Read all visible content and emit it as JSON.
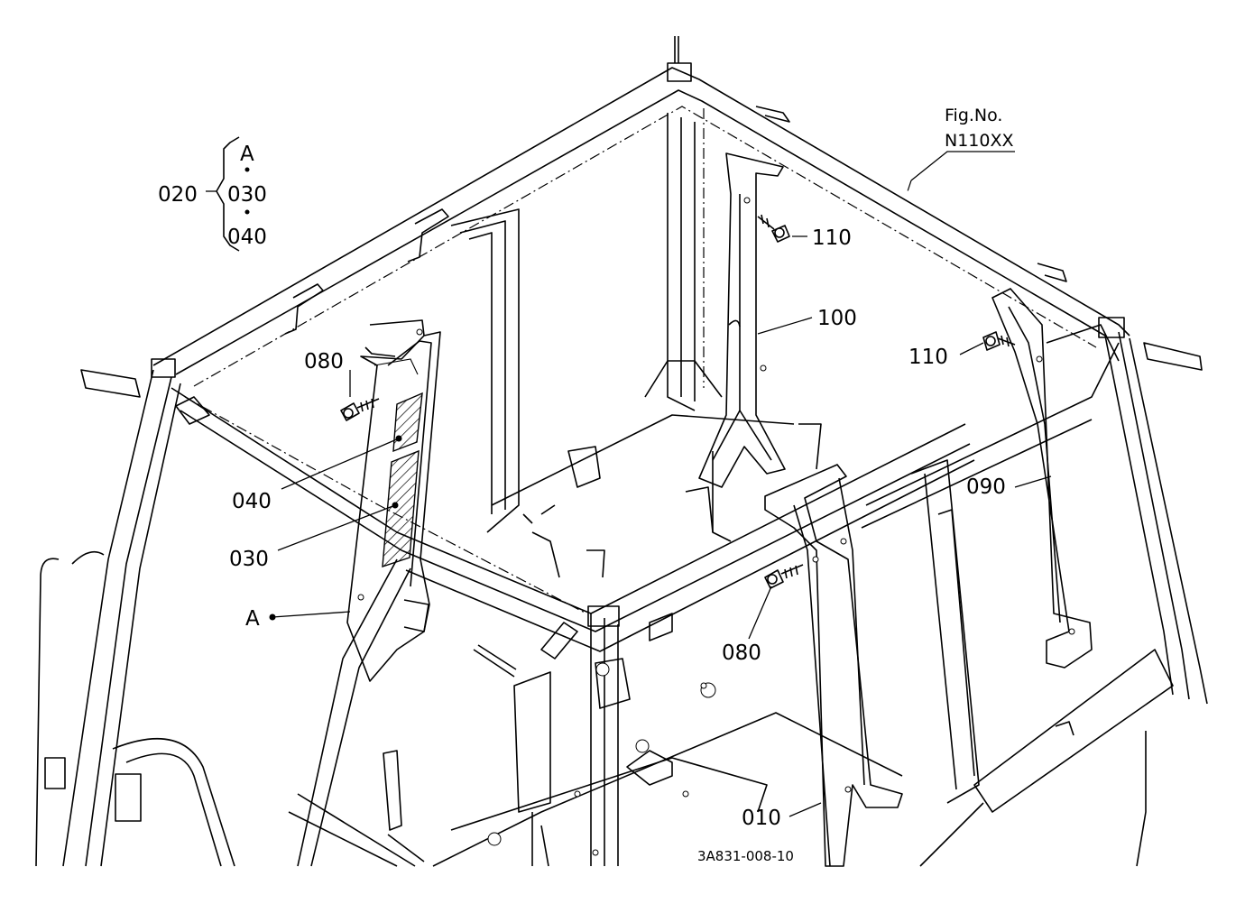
{
  "figure": {
    "fig_label": "Fig.No.",
    "fig_number": "N110XX",
    "drawing_code": "3A831-008-10"
  },
  "group": {
    "parent": "020",
    "children": [
      "A",
      "030",
      "040"
    ]
  },
  "callouts": [
    {
      "id": "c110a",
      "text": "110"
    },
    {
      "id": "c100",
      "text": "100"
    },
    {
      "id": "c110b",
      "text": "110"
    },
    {
      "id": "c080a",
      "text": "080"
    },
    {
      "id": "c040",
      "text": "040"
    },
    {
      "id": "c030",
      "text": "030"
    },
    {
      "id": "c090",
      "text": "090"
    },
    {
      "id": "cA",
      "text": "A"
    },
    {
      "id": "c080b",
      "text": "080"
    },
    {
      "id": "c010",
      "text": "010"
    }
  ]
}
